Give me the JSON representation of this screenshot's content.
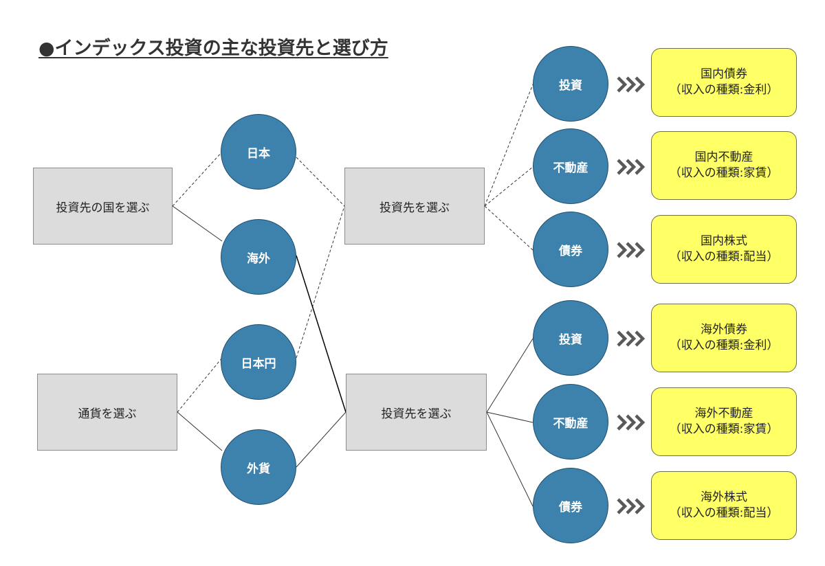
{
  "title": "●インデックス投資の主な投資先と選び方",
  "choose_country": "投資先の国を選ぶ",
  "choose_currency": "通貨を選ぶ",
  "choose_target_1": "投資先を選ぶ",
  "choose_target_2": "投資先を選ぶ",
  "country_options": [
    "日本",
    "海外"
  ],
  "currency_options": [
    "日本円",
    "外貨"
  ],
  "domestic_targets": [
    "投資",
    "不動産",
    "債券"
  ],
  "overseas_targets": [
    "投資",
    "不動産",
    "債券"
  ],
  "domestic_results": [
    {
      "name": "国内債券",
      "income": "（収入の種類:金利）"
    },
    {
      "name": "国内不動産",
      "income": "（収入の種類:家賃）"
    },
    {
      "name": "国内株式",
      "income": "（収入の種類:配当）"
    }
  ],
  "overseas_results": [
    {
      "name": "海外債券",
      "income": "（収入の種類:金利）"
    },
    {
      "name": "海外不動産",
      "income": "（収入の種類:家賃）"
    },
    {
      "name": "海外株式",
      "income": "（収入の種類:配当）"
    }
  ],
  "colors": {
    "circle": "#3d82ac",
    "box": "#dcdcdc",
    "result": "#ffff66",
    "chevron": "#595959"
  },
  "icons": {
    "arrow": "triple-chevron-right-icon"
  }
}
